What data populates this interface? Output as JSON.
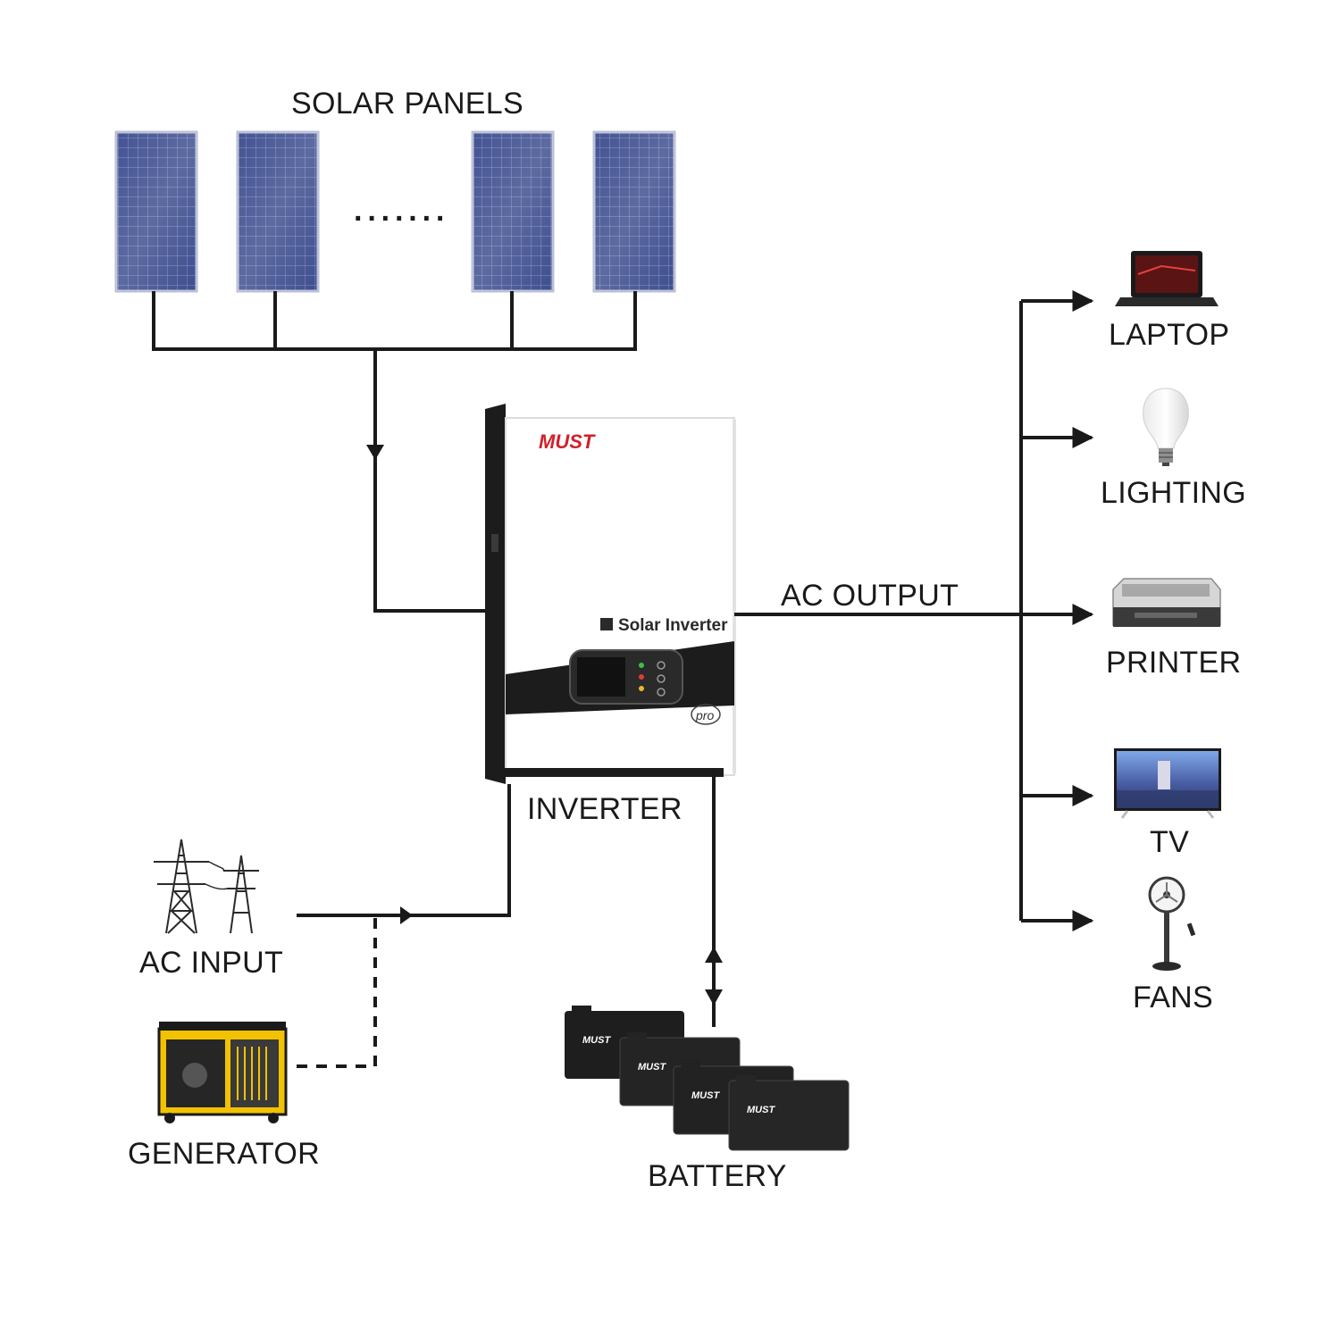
{
  "labels": {
    "solar_panels": "SOLAR PANELS",
    "dots": "·······",
    "ac_output": "AC OUTPUT",
    "inverter": "INVERTER",
    "ac_input": "AC INPUT",
    "generator": "GENERATOR",
    "battery": "BATTERY"
  },
  "inverter": {
    "brand": "MUST",
    "model_text": "Solar Inverter",
    "badge": "pro"
  },
  "battery_brand": "MUST",
  "loads": [
    {
      "id": "laptop",
      "label": "LAPTOP",
      "icon": "laptop-icon"
    },
    {
      "id": "lighting",
      "label": "LIGHTING",
      "icon": "light-bulb-icon"
    },
    {
      "id": "printer",
      "label": "PRINTER",
      "icon": "printer-icon"
    },
    {
      "id": "tv",
      "label": "TV",
      "icon": "tv-icon"
    },
    {
      "id": "fans",
      "label": "FANS",
      "icon": "fan-icon"
    }
  ],
  "colors": {
    "line": "#1a1a1a",
    "panel": "#3c4d8f",
    "brand": "#d0202a",
    "battery": "#1e1e1e",
    "generator_frame": "#f2c200"
  }
}
